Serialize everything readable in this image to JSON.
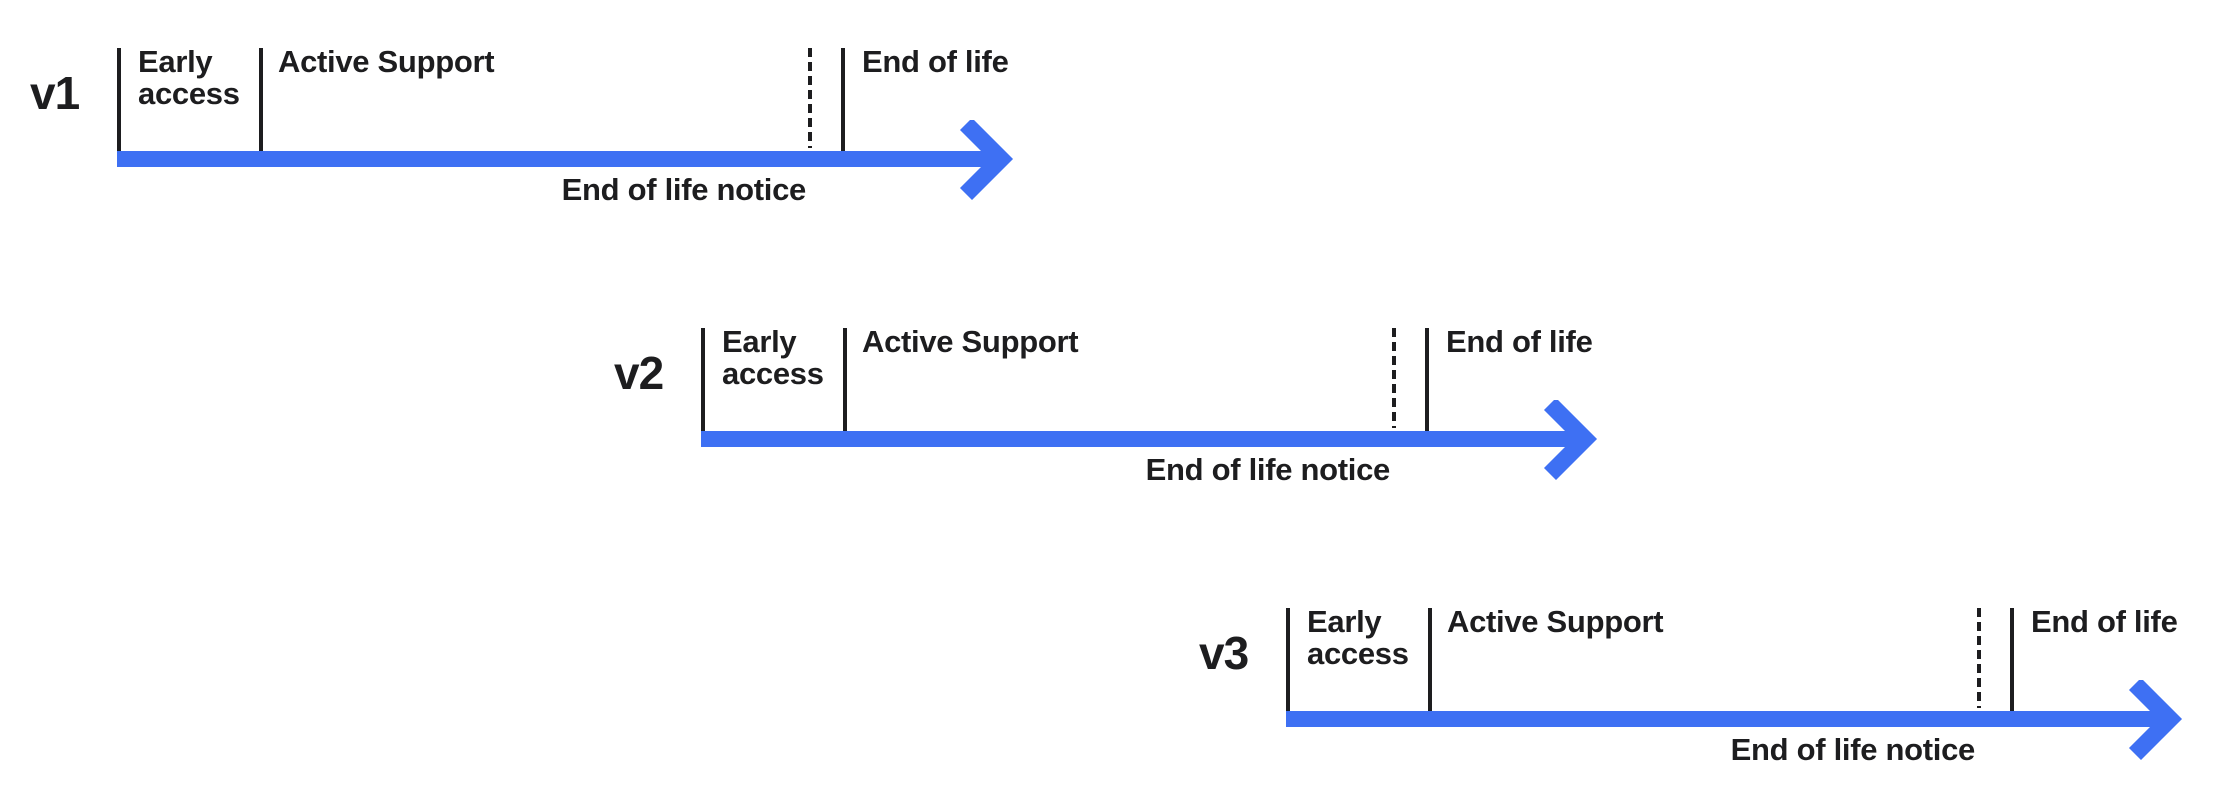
{
  "colors": {
    "accent": "#3E70F3",
    "ink": "#1D1D1F",
    "background": "#FFFFFF"
  },
  "diagram": {
    "type": "version-lifecycle-timelines",
    "timelines": [
      {
        "version": "v1",
        "phases": {
          "early_access": "Early access",
          "active_support": "Active Support",
          "end_of_life": "End of life"
        },
        "annotation": "End of life notice"
      },
      {
        "version": "v2",
        "phases": {
          "early_access": "Early access",
          "active_support": "Active Support",
          "end_of_life": "End of life"
        },
        "annotation": "End of life notice"
      },
      {
        "version": "v3",
        "phases": {
          "early_access": "Early access",
          "active_support": "Active Support",
          "end_of_life": "End of life"
        },
        "annotation": "End of life notice"
      }
    ]
  }
}
